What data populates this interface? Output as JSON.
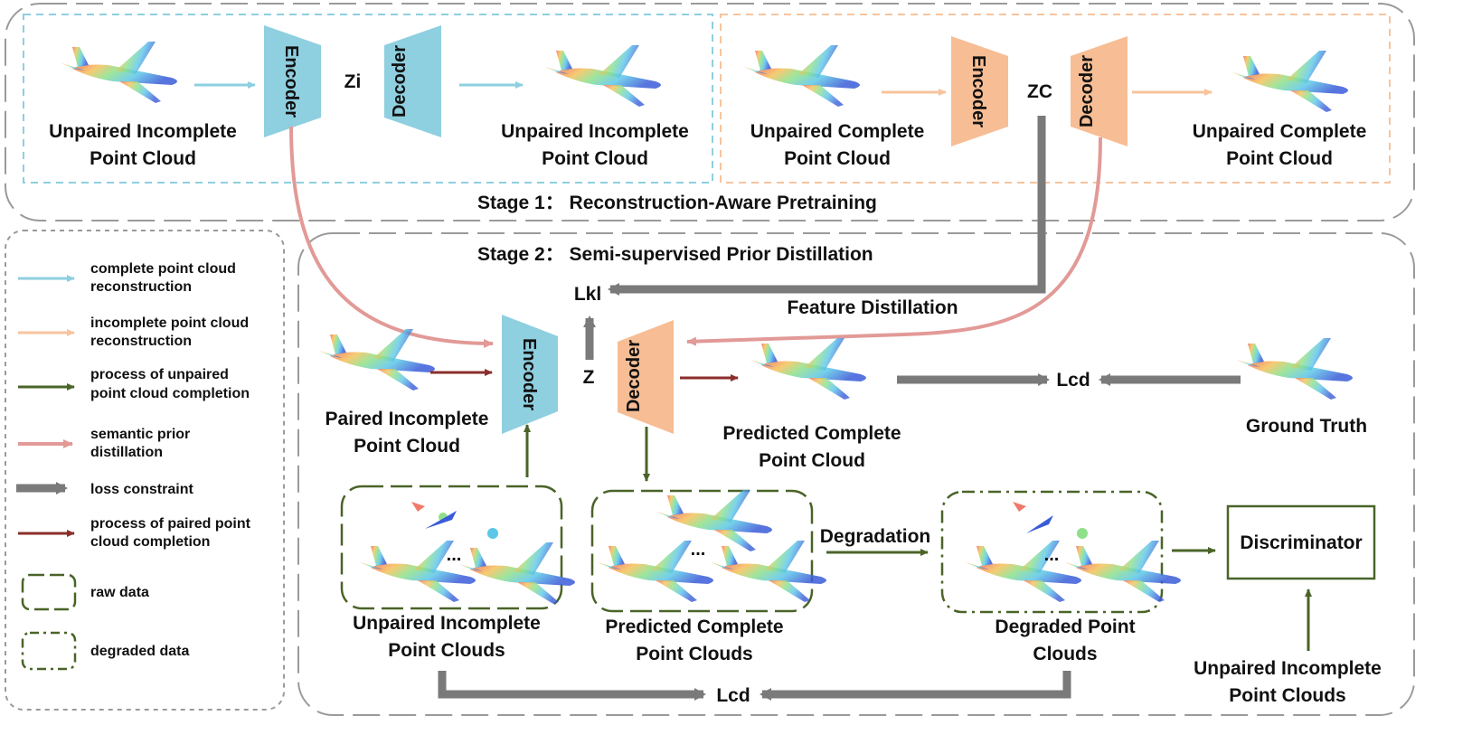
{
  "stage1": {
    "title": "Stage 1：  Reconstruction-Aware Pretraining"
  },
  "stage2": {
    "title": "Stage 2：  Semi-supervised Prior Distillation"
  },
  "top_left": {
    "input_label": [
      "Unpaired Incomplete",
      "Point Cloud"
    ],
    "encoder": "Encoder",
    "latent": "Zi",
    "decoder": "Decoder",
    "output_label": [
      "Unpaired Incomplete",
      "Point Cloud"
    ]
  },
  "top_right": {
    "input_label": [
      "Unpaired Complete",
      "Point Cloud"
    ],
    "encoder": "Encoder",
    "latent": "ZC",
    "decoder": "Decoder",
    "output_label": [
      "Unpaired Complete",
      "Point Cloud"
    ]
  },
  "stage2_nodes": {
    "lkl": "Lkl",
    "feature_distillation": "Feature Distillation",
    "encoder": "Encoder",
    "z": "Z",
    "decoder": "Decoder",
    "paired_incomplete": [
      "Paired Incomplete",
      "Point Cloud"
    ],
    "predicted_complete": [
      "Predicted  Complete",
      "Point Cloud"
    ],
    "lcd_top": "Lcd",
    "ground_truth": "Ground Truth",
    "unpaired_incomplete_clouds": [
      "Unpaired Incomplete",
      "Point Clouds"
    ],
    "predicted_complete_clouds": [
      "Predicted Complete",
      "Point Clouds"
    ],
    "degradation": "Degradation",
    "degraded_clouds": [
      "Degraded Point",
      "Clouds"
    ],
    "discriminator": "Discriminator",
    "unpaired_incomplete_clouds_right": [
      "Unpaired Incomplete",
      "Point Clouds"
    ],
    "lcd_bottom": "Lcd",
    "ellipsis": "..."
  },
  "legend": {
    "items": [
      {
        "lines": [
          "complete point cloud",
          "reconstruction"
        ],
        "color": "#8ecfe0"
      },
      {
        "lines": [
          "incomplete point cloud",
          "reconstruction"
        ],
        "color": "#f7c49e"
      },
      {
        "lines": [
          "process of unpaired",
          "point cloud completion"
        ],
        "color": "#4a6428"
      },
      {
        "lines": [
          "semantic prior",
          "distillation"
        ],
        "color": "#e29a97"
      },
      {
        "lines": [
          "loss constraint"
        ],
        "color": "#7a7a7a"
      },
      {
        "lines": [
          "process of paired point",
          "cloud completion"
        ],
        "color": "#8b2e2a"
      },
      {
        "lines": [
          "raw data"
        ],
        "color": "#4a6428"
      },
      {
        "lines": [
          "degraded data"
        ],
        "color": "#4a6428"
      }
    ]
  },
  "colors": {
    "encoder_blue": "#8ecfe0",
    "decoder_orange": "#f7bd94",
    "gray_loss": "#7a7a7a",
    "green": "#4a6428",
    "pink": "#e29a97",
    "dark_red": "#8b2e2a"
  }
}
